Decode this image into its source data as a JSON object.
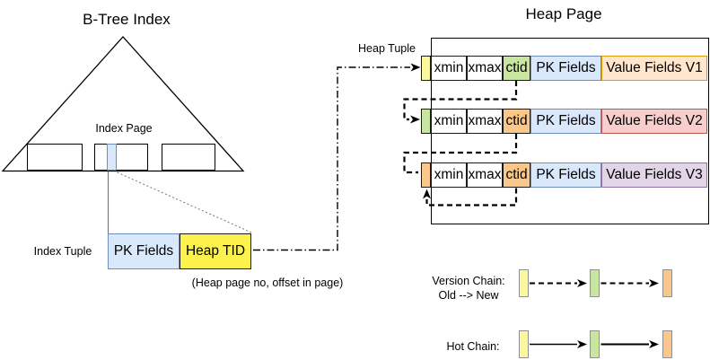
{
  "btree": {
    "title": "B-Tree Index",
    "index_page_label": "Index Page",
    "index_tuple_label": "Index Tuple",
    "index_tuple": {
      "pk_label": "PK Fields",
      "heap_tid_label": "Heap TID"
    },
    "tid_note": "(Heap page no, offset in page)"
  },
  "heap": {
    "title": "Heap Page",
    "heap_tuple_label": "Heap Tuple",
    "rows": [
      {
        "xmin": "xmin",
        "xmax": "xmax",
        "ctid": "ctid",
        "pk": "PK Fields",
        "value": "Value Fields V1",
        "pointer_color": "yellow",
        "ctid_color": "green",
        "value_style": "orange-outline"
      },
      {
        "xmin": "xmin",
        "xmax": "xmax",
        "ctid": "ctid",
        "pk": "PK Fields",
        "value": "Value Fields V2",
        "pointer_color": "green",
        "ctid_color": "orange",
        "value_style": "red-outline"
      },
      {
        "xmin": "xmin",
        "xmax": "xmax",
        "ctid": "ctid",
        "pk": "PK Fields",
        "value": "Value Fields V3",
        "pointer_color": "orange",
        "ctid_color": "orange",
        "value_style": "purple-outline"
      }
    ]
  },
  "legend": {
    "version_chain_line1": "Version Chain:",
    "version_chain_line2": "Old --> New",
    "hot_chain_label": "Hot Chain:",
    "swatch_colors": [
      "yellow",
      "green",
      "orange"
    ]
  },
  "colors": {
    "blue_fill": "#DAE8FC",
    "blue_border": "#6C8EBF",
    "heap_tid_yellow": "#FBF24D",
    "pale_yellow": "#FAF79D",
    "green": "#C8E5A1",
    "orange": "#FAC78A",
    "value_v1_fill": "#FFE6CC",
    "value_v1_border": "#D79B00",
    "value_v2_fill": "#F8CECC",
    "value_v2_border": "#B85450",
    "value_v3_fill": "#E1D5E7",
    "value_v3_border": "#9673A6"
  }
}
